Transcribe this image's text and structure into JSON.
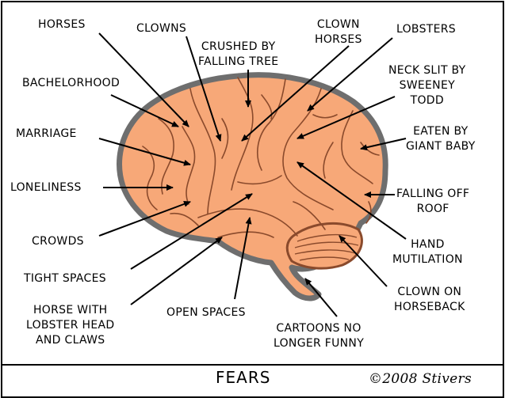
{
  "colors": {
    "brain_fill": "#f7a878",
    "brain_outline": "#6e6e6e",
    "fold": "#8a4a2c",
    "line": "#000000"
  },
  "footer": {
    "title": "FEARS",
    "credit": "©2008 Stivers"
  },
  "labels": {
    "horses": "HORSES",
    "clowns": "CLOWNS",
    "crushed": "CRUSHED BY\nFALLING TREE",
    "clown_horses": "CLOWN\nHORSES",
    "lobsters": "LOBSTERS",
    "bachelorhood": "BACHELORHOOD",
    "neck_slit": "NECK SLIT BY\nSWEENEY\nTODD",
    "marriage": "MARRIAGE",
    "giant_baby": "EATEN BY\nGIANT BABY",
    "loneliness": "LONELINESS",
    "falling_roof": "FALLING OFF\nROOF",
    "crowds": "CROWDS",
    "hand_mutilation": "HAND\nMUTILATION",
    "tight_spaces": "TIGHT SPACES",
    "clown_horseback": "CLOWN ON\nHORSEBACK",
    "horse_lobster": "HORSE WITH\nLOBSTER HEAD\nAND CLAWS",
    "open_spaces": "OPEN SPACES",
    "cartoons": "CARTOONS NO\nLONGER FUNNY"
  }
}
